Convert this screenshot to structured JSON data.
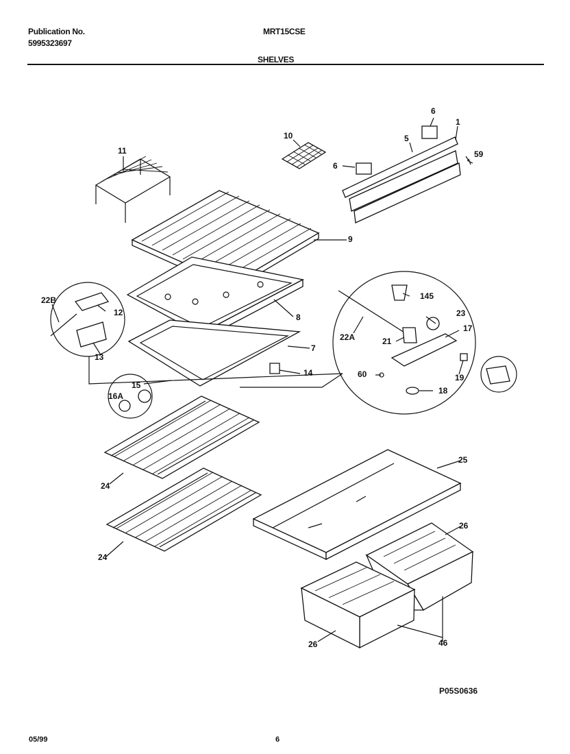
{
  "header": {
    "publication_label": "Publication No.",
    "publication_number": "5995323697",
    "model": "MRT15CSE",
    "section_title": "SHELVES"
  },
  "diagram": {
    "drawing_number": "P05S0636",
    "callouts": {
      "c11": "11",
      "c10": "10",
      "c6a": "6",
      "c6b": "6",
      "c5": "5",
      "c1": "1",
      "c59": "59",
      "c9": "9",
      "c8": "8",
      "c7": "7",
      "c22b": "22B",
      "c12": "12",
      "c13": "13",
      "c14": "14",
      "c15": "15",
      "c16a": "16A",
      "c145": "145",
      "c23": "23",
      "c22a": "22A",
      "c21": "21",
      "c17": "17",
      "c60": "60",
      "c19": "19",
      "c18": "18",
      "c24a": "24",
      "c24b": "24",
      "c25": "25",
      "c26a": "26",
      "c26b": "26",
      "c46": "46"
    }
  },
  "footer": {
    "date": "05/99",
    "page": "6"
  }
}
